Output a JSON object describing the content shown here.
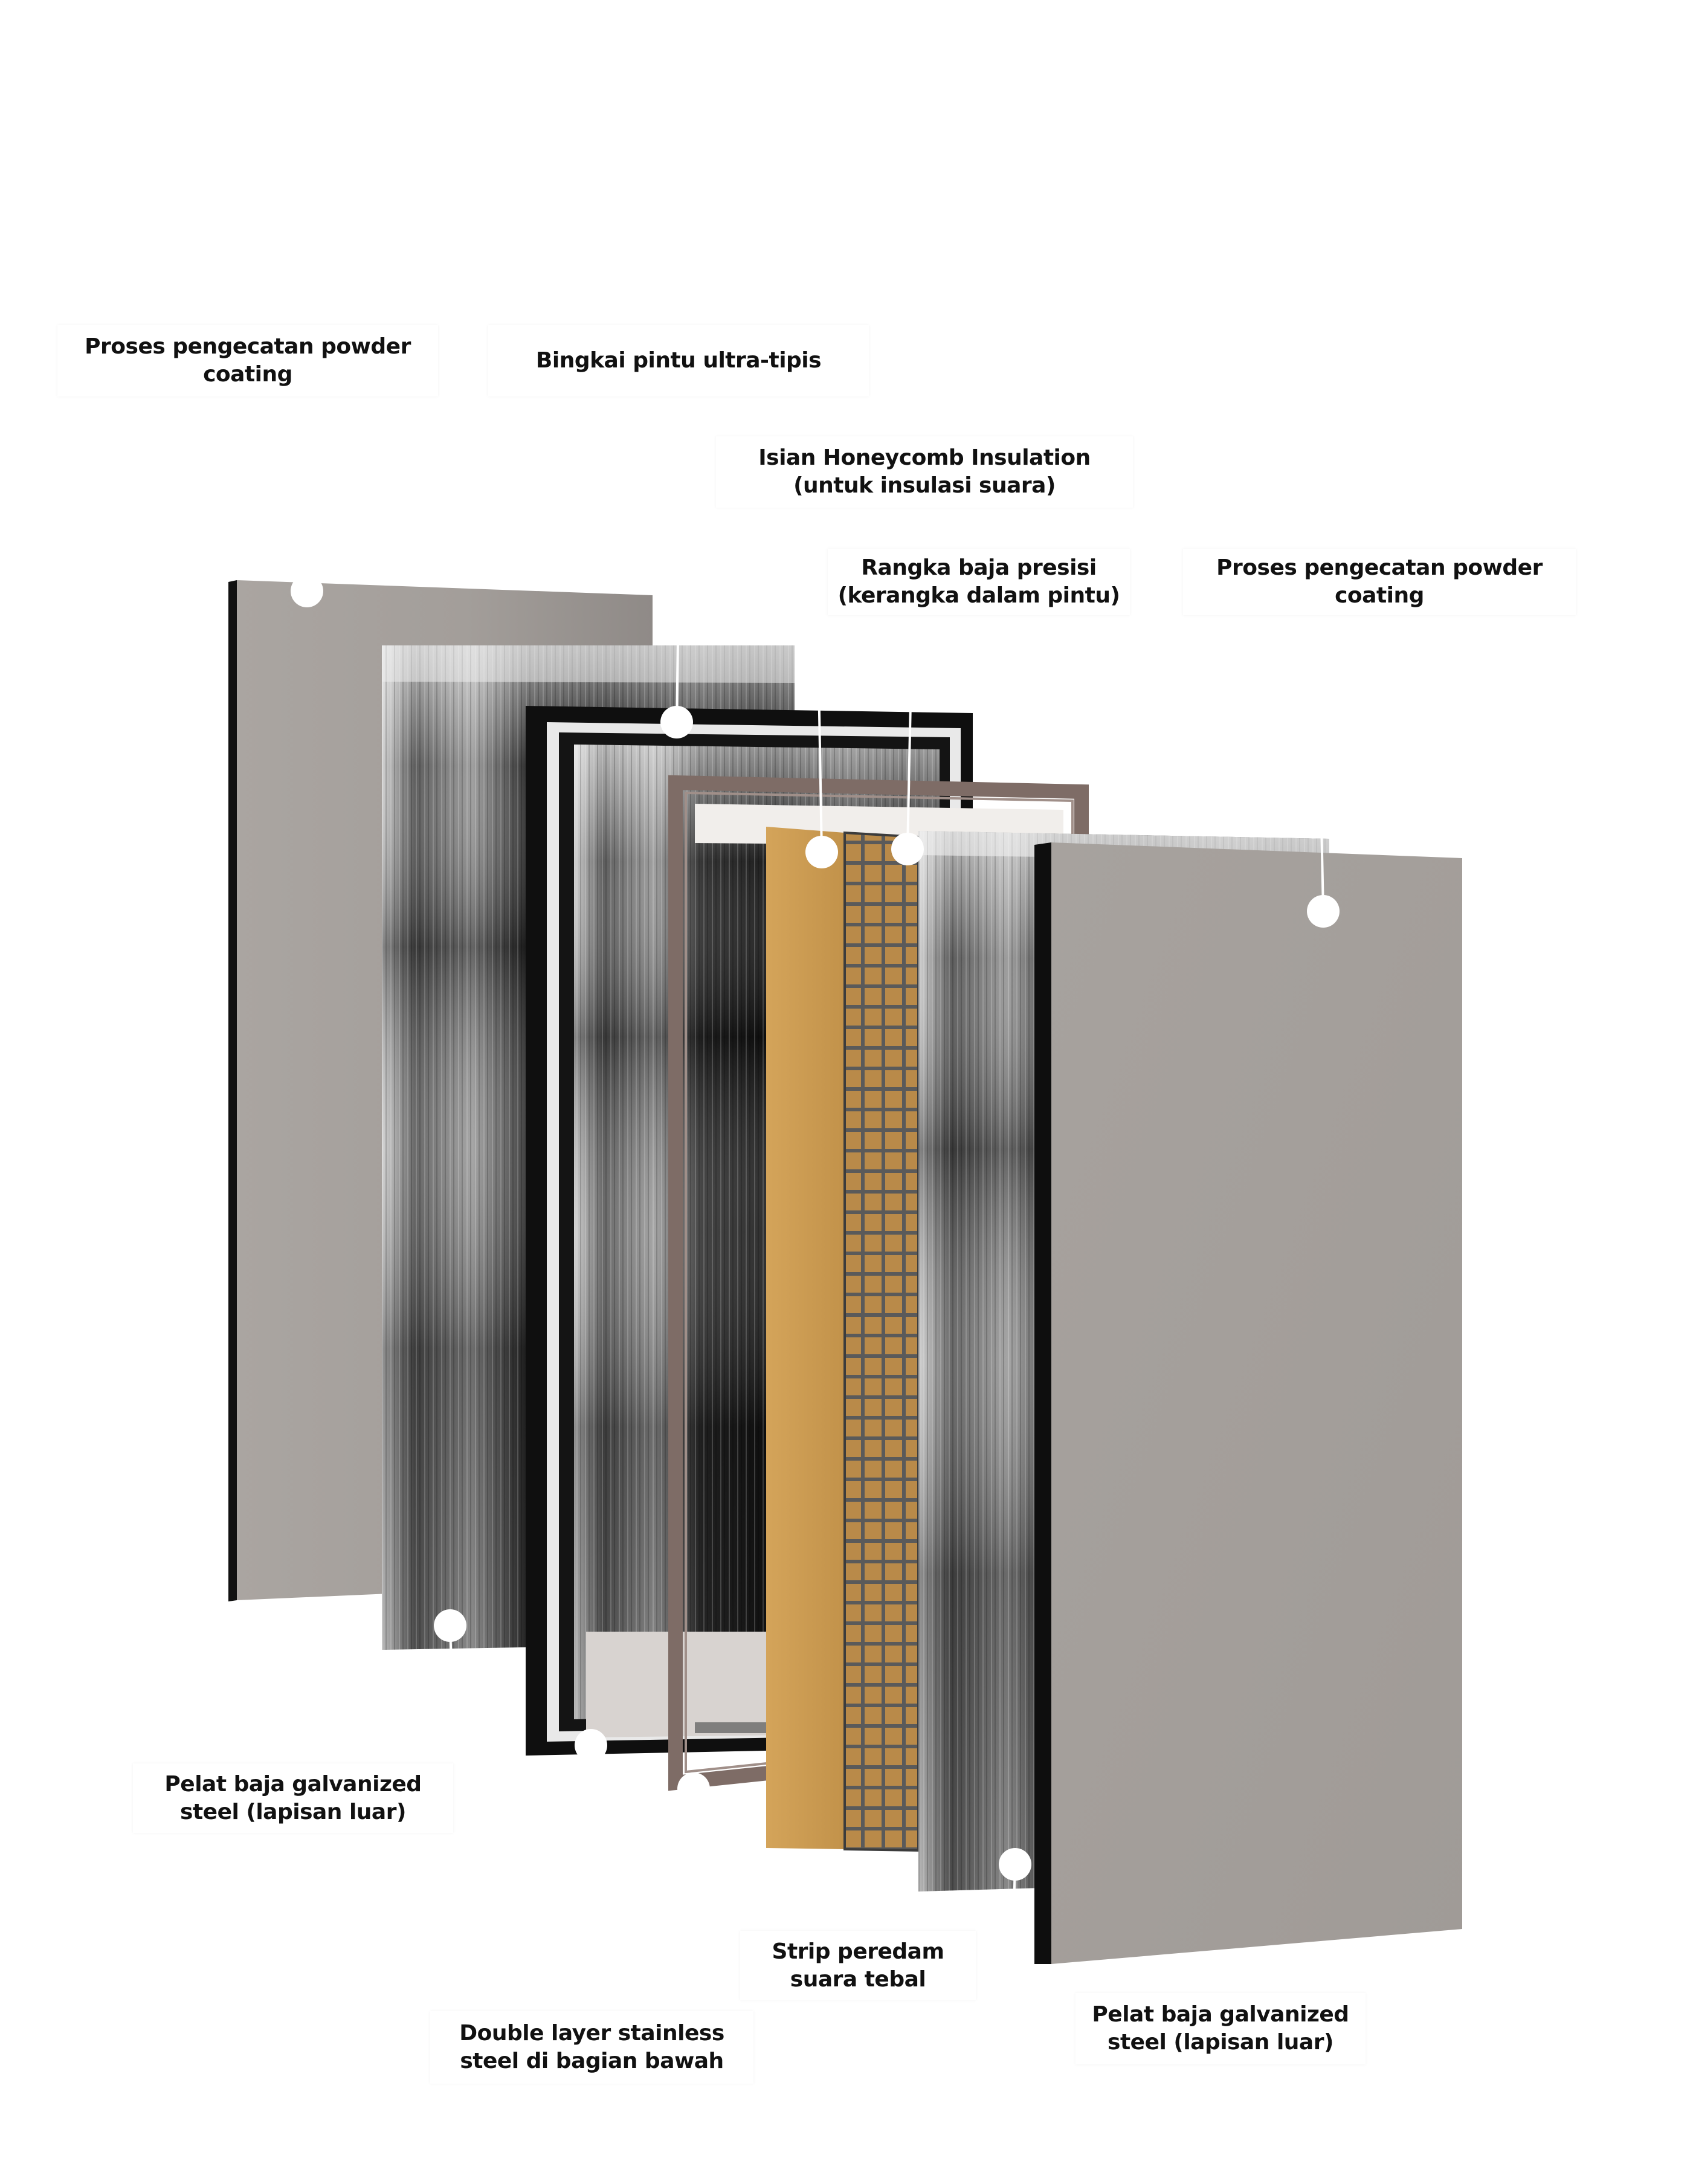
{
  "labels": {
    "powder_coating_top_left": "Proses pengecatan powder coating",
    "ultra_thin_frame": "Bingkai pintu ultra-tipis",
    "honeycomb_insulation": "Isian Honeycomb Insulation (untuk insulasi suara)",
    "precision_steel_frame": "Rangka baja presisi (kerangka dalam pintu)",
    "powder_coating_right": "Proses pengecatan powder coating",
    "galvanized_left": "Pelat baja galvanized steel (lapisan luar)",
    "double_layer_stainless": "Double layer stainless steel di bagian bawah",
    "sound_strip": "Strip peredam suara tebal",
    "galvanized_right": "Pelat baja galvanized steel (lapisan luar)"
  },
  "colors": {
    "panel_gray": "#a9a4a0",
    "steel_dark": "#1a1a1a",
    "honeycomb_gold": "#c89a52",
    "strip_brown": "#7e6c66",
    "marker": "#ffffff"
  }
}
